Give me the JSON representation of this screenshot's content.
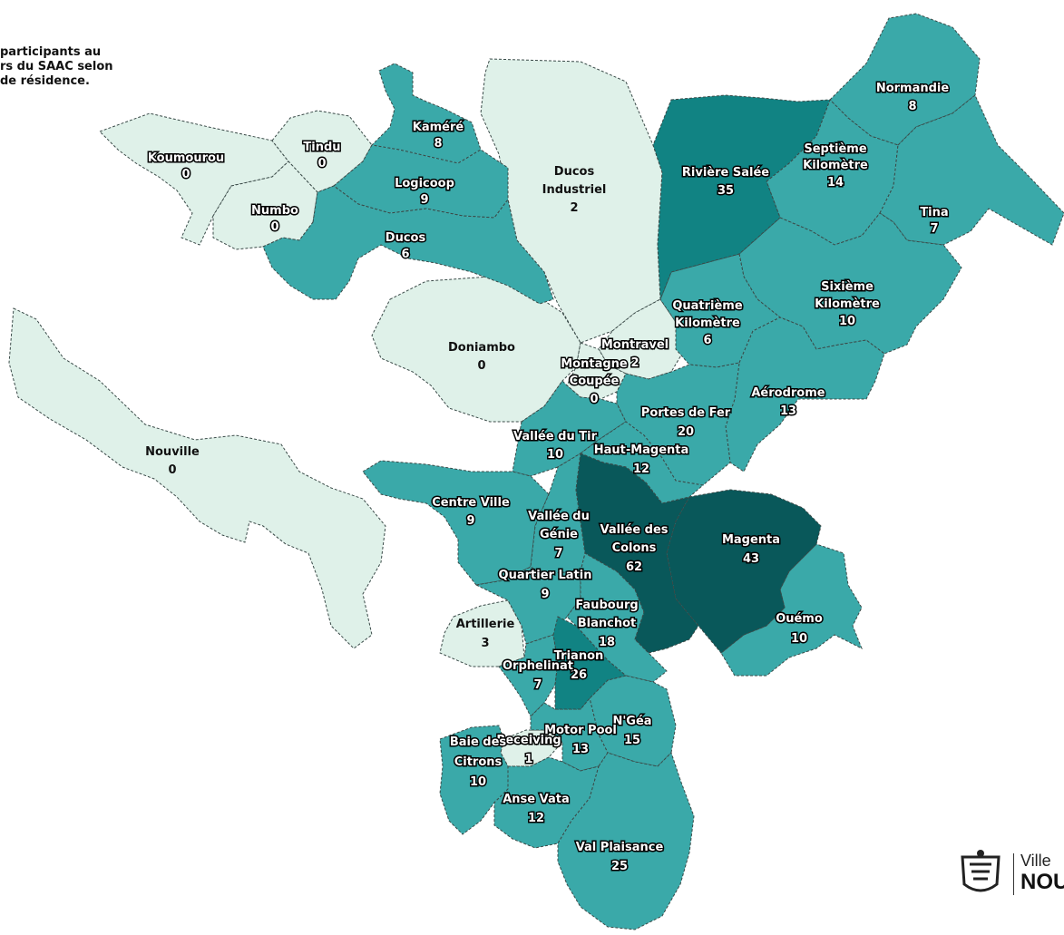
{
  "title_lines": [
    "participants au",
    "rs du SAAC selon",
    "de résidence."
  ],
  "colors": {
    "level0": "#dff1e9",
    "level1": "#3aa9a9",
    "level2": "#118383",
    "level3": "#09585a"
  },
  "logo": {
    "line1": "Ville",
    "line2": "NOU",
    "icon": "city-crest-icon"
  },
  "districts": [
    {
      "name": "Koumourou",
      "value": "0"
    },
    {
      "name": "Tindu",
      "value": "0"
    },
    {
      "name": "Kaméré",
      "value": "8"
    },
    {
      "name": "Logicoop",
      "value": "9"
    },
    {
      "name": "Numbo",
      "value": "0"
    },
    {
      "name": "Ducos",
      "value": "6"
    },
    {
      "name": "Ducos Industriel",
      "value": "2"
    },
    {
      "name": "Rivière Salée",
      "value": "35"
    },
    {
      "name": "Normandie",
      "value": "8"
    },
    {
      "name": "Septième Kilomètre",
      "value": "14"
    },
    {
      "name": "Tina",
      "value": "7"
    },
    {
      "name": "Sixième Kilomètre",
      "value": "10"
    },
    {
      "name": "Quatrième Kilomètre",
      "value": "6"
    },
    {
      "name": "Montravel",
      "value": "2"
    },
    {
      "name": "Doniambo",
      "value": "0"
    },
    {
      "name": "Montagne Coupée",
      "value": "0"
    },
    {
      "name": "Aérodrome",
      "value": "13"
    },
    {
      "name": "Portes de Fer",
      "value": "20"
    },
    {
      "name": "Vallée du Tir",
      "value": "10"
    },
    {
      "name": "Haut-Magenta",
      "value": "12"
    },
    {
      "name": "Nouville",
      "value": "0"
    },
    {
      "name": "Centre Ville",
      "value": "9"
    },
    {
      "name": "Vallée du Génie",
      "value": "7"
    },
    {
      "name": "Vallée des Colons",
      "value": "62"
    },
    {
      "name": "Magenta",
      "value": "43"
    },
    {
      "name": "Quartier Latin",
      "value": "9"
    },
    {
      "name": "Faubourg Blanchot",
      "value": "18"
    },
    {
      "name": "Ouémo",
      "value": "10"
    },
    {
      "name": "Artillerie",
      "value": "3"
    },
    {
      "name": "Trianon",
      "value": "26"
    },
    {
      "name": "Orphelinat",
      "value": "7"
    },
    {
      "name": "N'Géa",
      "value": "15"
    },
    {
      "name": "Motor Pool",
      "value": "13"
    },
    {
      "name": "Receiving",
      "value": "1"
    },
    {
      "name": "Baie des Citrons",
      "value": "10"
    },
    {
      "name": "Anse Vata",
      "value": "12"
    },
    {
      "name": "Val Plaisance",
      "value": "25"
    }
  ]
}
